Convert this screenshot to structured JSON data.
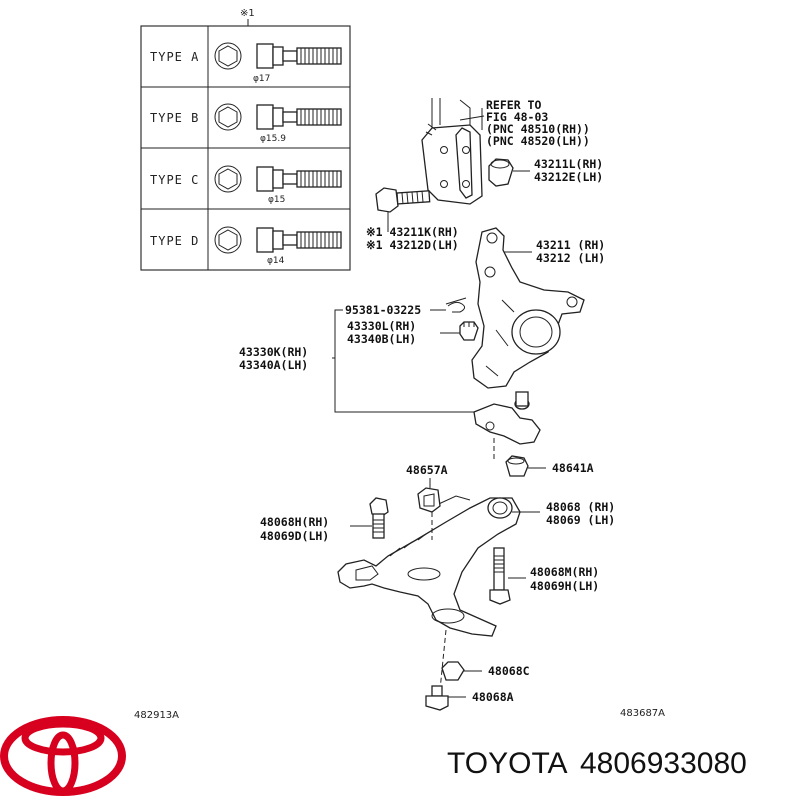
{
  "note_symbol": "※1",
  "bolt_table": {
    "rows": [
      {
        "type": "TYPE A",
        "diameter": "φ17"
      },
      {
        "type": "TYPE B",
        "diameter": "φ15.9"
      },
      {
        "type": "TYPE C",
        "diameter": "φ15"
      },
      {
        "type": "TYPE D",
        "diameter": "φ14"
      }
    ]
  },
  "refer": {
    "line1": "REFER TO",
    "line2": "FIG 48-03",
    "line3": "(PNC 48510(RH))",
    "line4": "(PNC 48520(LH))"
  },
  "labels": {
    "nut_43211l": "43211L(RH)",
    "nut_43212e": "43212E(LH)",
    "bolt_43211k": "※1 43211K(RH)",
    "bolt_43212d": "※1 43212D(LH)",
    "knuckle_43211": "43211 (RH)",
    "knuckle_43212": "43212 (LH)",
    "pin_95381": "95381-03225",
    "nut_43330l": "43330L(RH)",
    "nut_43340b": "43340B(LH)",
    "joint_43330k": "43330K(RH)",
    "joint_43340a": "43340A(LH)",
    "bush_48657a": "48657A",
    "nut_48641a": "48641A",
    "bush_48068": "48068 (RH)",
    "bush_48069": "48069 (LH)",
    "bolt_48068h": "48068H(RH)",
    "bolt_48069d": "48069D(LH)",
    "bolt_48068m": "48068M(RH)",
    "bolt_48069h": "48069H(LH)",
    "nut_48068c": "48068C",
    "bolt_48068a": "48068A"
  },
  "figure_ids": {
    "left": "482913A",
    "right": "483687A"
  },
  "brand": {
    "name": "TOYOTA",
    "part_number": "4806933080",
    "logo_color": "#d7001f"
  }
}
